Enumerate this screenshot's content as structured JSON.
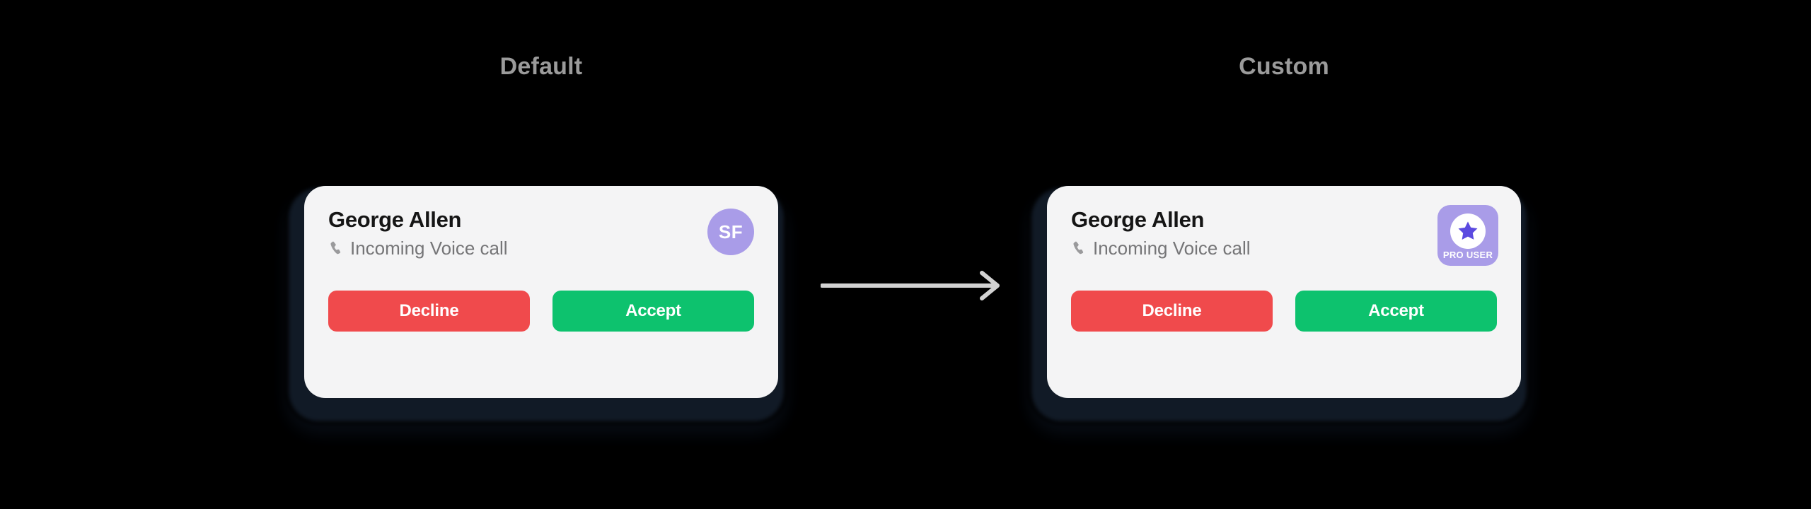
{
  "headings": {
    "default": "Default",
    "custom": "Custom"
  },
  "colors": {
    "background": "#000000",
    "card_surface": "#f4f4f5",
    "card_shadow": "#121b28",
    "heading_text": "#9b9b9b",
    "name_text": "#151515",
    "status_text": "#757577",
    "decline": "#f04a4c",
    "accept": "#0dc26e",
    "avatar_purple": "#a99ce8",
    "badge_purple": "#a99ce8",
    "star_indigo": "#5b4ae0",
    "arrow": "#d2d2d2"
  },
  "cards": {
    "default": {
      "caller_name": "George Allen",
      "call_status": "Incoming Voice call",
      "phone_icon": "phone-icon",
      "avatar": {
        "type": "circle-initials",
        "initials": "SF"
      },
      "buttons": {
        "decline": "Decline",
        "accept": "Accept"
      }
    },
    "custom": {
      "caller_name": "George Allen",
      "call_status": "Incoming Voice call",
      "phone_icon": "phone-icon",
      "badge": {
        "type": "pro-user-badge",
        "icon": "star-icon",
        "label": "PRO USER"
      },
      "buttons": {
        "decline": "Decline",
        "accept": "Accept"
      }
    }
  },
  "arrow": {
    "icon": "arrow-right-icon",
    "direction": "right"
  }
}
